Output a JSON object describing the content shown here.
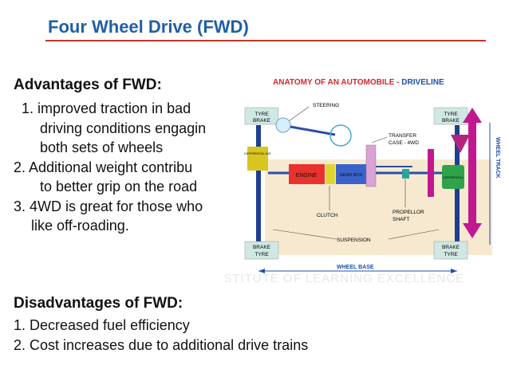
{
  "slide": {
    "title": "Four Wheel Drive (FWD)"
  },
  "advantages": {
    "heading": "Advantages of FWD:",
    "lines": [
      "1. improved traction in bad",
      "driving conditions engagin",
      "both sets of wheels",
      "2.  Additional weight contribu",
      "to better grip on the road",
      "3. 4WD is great for those who",
      "like off-roading."
    ]
  },
  "disadvantages": {
    "heading": "Disadvantages of FWD:",
    "items": [
      "1.   Decreased fuel efficiency",
      "2.   Cost increases due to additional drive trains"
    ]
  },
  "diagram": {
    "heading_part1": "ANATOMY OF AN AUTOMOBILE - ",
    "heading_part2": "DRIVELINE",
    "labels": {
      "steering": "STEERING",
      "tyre_tl": "TYRE",
      "brake_tl": "BRAKE",
      "tyre_tr": "TYRE",
      "brake_tr": "BRAKE",
      "differential_front": "DIFFERENTIAL AXE",
      "differential_rear": "DIFFERENTIAL",
      "transfer_case_1": "TRANSFER",
      "transfer_case_2": "CASE - 4WD",
      "engine": "ENGINE",
      "gearbox": "GEAR BOX",
      "clutch": "CLUTCH",
      "propeller_1": "PROPELLOR",
      "propeller_2": "SHAFT",
      "suspension": "SUSPENSION",
      "brake_bl": "BRAKE",
      "tyre_bl": "TYRE",
      "brake_br": "BRAKE",
      "tyre_br": "TYRE",
      "wheel_base": "WHEEL BASE",
      "wheel_track": "WHEEL TRACK",
      "watermark": "MAHINDRA INSTITUTE OF LEARNING EXCELLENCE"
    },
    "colors": {
      "heading_red": "#d6262b",
      "heading_blue": "#1e4fb0",
      "tyre_box": "#cfe8e3",
      "engine": "#e8322b",
      "clutch": "#e0d430",
      "gearbox": "#3a63c9",
      "transfer_case": "#d9a3d4",
      "diff_front": "#d9c51f",
      "diff_rear": "#2fa34a",
      "arrow_magenta": "#c2188f",
      "axle_blue": "#2a4fa8"
    }
  }
}
